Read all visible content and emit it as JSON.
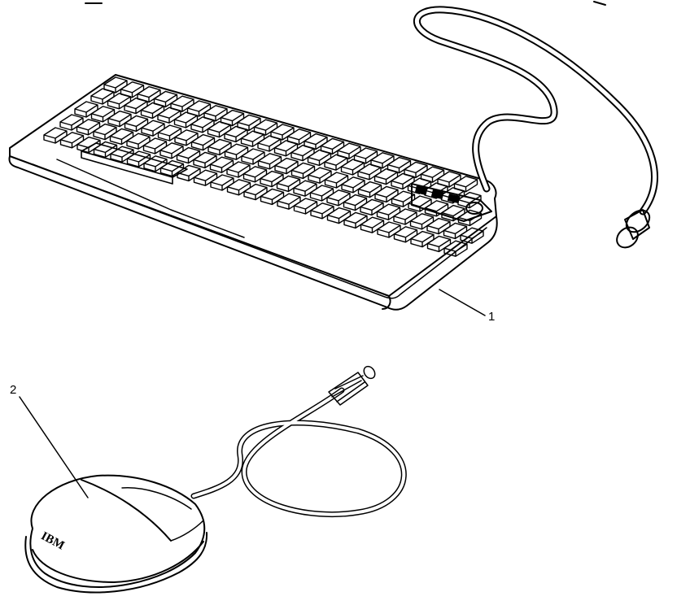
{
  "callouts": [
    {
      "id": "1",
      "label": "1"
    },
    {
      "id": "2",
      "label": "2"
    }
  ],
  "mouse": {
    "logo_text": "IBM"
  },
  "colors": {
    "line": "#000000",
    "background": "#ffffff"
  }
}
